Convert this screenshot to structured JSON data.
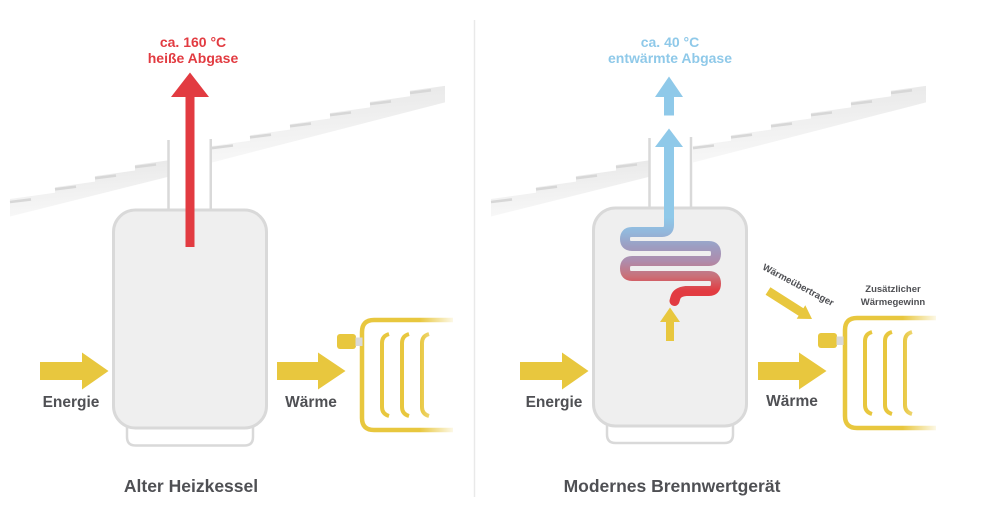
{
  "diagram_title": "",
  "left_panel": {
    "exhaust_temp": "ca. 160 °C",
    "exhaust_label": "heiße Abgase",
    "energy_label": "Energie",
    "heat_label": "Wärme",
    "caption": "Alter Heizkessel"
  },
  "right_panel": {
    "exhaust_temp": "ca. 40 °C",
    "exhaust_label": "entwärmte Abgase",
    "energy_label": "Energie",
    "heat_label": "Wärme",
    "heat_exchanger_label": "Wärmeübertrager",
    "extra_heat_line1": "Zusätzlicher",
    "extra_heat_line2": "Wärmegewinn",
    "caption": "Modernes Brennwertgerät"
  },
  "colors": {
    "hot_exhaust_red": "#E23B41",
    "cool_exhaust_blue": "#8FC9E9",
    "energy_yellow": "#E8C73E",
    "text_gray": "#4F5054",
    "outline_gray": "#D9D9D9",
    "roof_gray": "#ECECEC",
    "boiler_fill": "#EFEFEF"
  }
}
